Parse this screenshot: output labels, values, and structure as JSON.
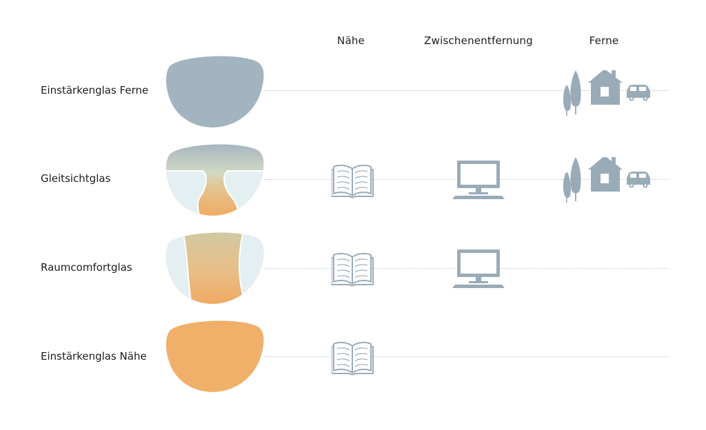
{
  "columns": {
    "near": "Nähe",
    "intermediate": "Zwischenentfernung",
    "far": "Ferne"
  },
  "rows": [
    {
      "label": "Einstärkenglas Ferne",
      "zones": [
        "far"
      ]
    },
    {
      "label": "Gleitsichtglas",
      "zones": [
        "near",
        "intermediate",
        "far"
      ]
    },
    {
      "label": "Raumcomfortglas",
      "zones": [
        "near",
        "intermediate"
      ]
    },
    {
      "label": "Einstärkenglas Nähe",
      "zones": [
        "near"
      ]
    }
  ],
  "colors": {
    "far_zone": "#a3b4c1",
    "near_zone": "#f0b06a",
    "peripheral": "#e3eff0",
    "icon": "#9aabb8",
    "dots": "#b9c0c6"
  },
  "icons": {
    "near": "open-book-icon",
    "intermediate": "computer-monitor-icon",
    "far": "landscape-trees-house-car-icon"
  }
}
